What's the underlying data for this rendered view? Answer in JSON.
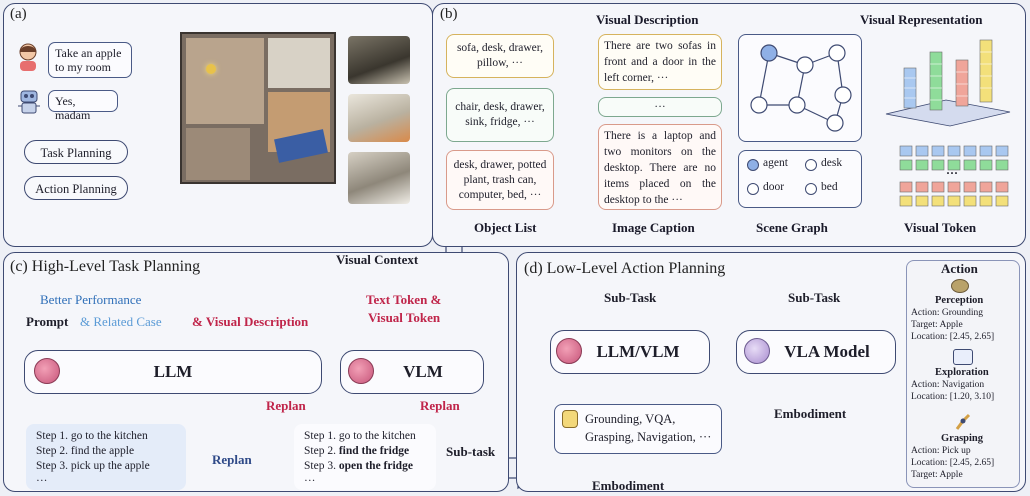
{
  "panel_a": {
    "label": "(a)",
    "user_msg": "Take an apple to my room",
    "robot_msg": "Yes, madam",
    "task_planning": "Task Planning",
    "action_planning": "Action Planning"
  },
  "panel_b": {
    "label": "(b)",
    "visual_description": "Visual Description",
    "visual_representation": "Visual Representation",
    "object_lists": [
      "sofa, desk, drawer, pillow, ···",
      "chair, desk, drawer, sink, fridge, ···",
      "desk, drawer, potted plant, trash can, computer, bed, ···"
    ],
    "captions": [
      "There are two sofas in front and a door in the left corner, ···",
      "···",
      "There is a laptop and two monitors on the desktop. There are no items placed on the desktop to the ···"
    ],
    "legend": [
      "agent",
      "desk",
      "door",
      "bed"
    ],
    "token_dots": "···",
    "col_object_list": "Object List",
    "col_image_caption": "Image Caption",
    "col_scene_graph": "Scene Graph",
    "col_visual_token": "Visual Token"
  },
  "visual_context": "Visual Context",
  "panel_c": {
    "label": "(c) High-Level Task Planning",
    "better_performance": "Better Performance",
    "prompt": "Prompt",
    "related_case": "& Related Case",
    "visual_description": "& Visual Description",
    "text_token": "Text Token &",
    "visual_token": "Visual Token",
    "llm": "LLM",
    "vlm": "VLM",
    "replan": "Replan",
    "replan_mid": "Replan",
    "steps_left": [
      "Step 1. go to the kitchen",
      "Step 2. find the apple",
      "Step 3. pick up the apple",
      "···"
    ],
    "steps_right_prefix": [
      "Step 1. go to the kitchen",
      "Step 2. ",
      "Step 3. "
    ],
    "steps_right_bold": [
      "",
      "find the fridge",
      "open the fridge"
    ],
    "steps_right_more": "···",
    "subtask_label": "Sub-task"
  },
  "panel_d": {
    "label": "(d) Low-Level Action Planning",
    "subtask": "Sub-Task",
    "llm_vlm": "LLM/VLM",
    "vla": "VLA Model",
    "skills": "Grounding, VQA, Grasping, Navigation, ···",
    "embodiment": "Embodiment",
    "action_title": "Action",
    "actions": [
      {
        "name": "Perception",
        "lines": [
          "Action: Grounding",
          "Target: Apple",
          "Location: [2.45, 2.65]"
        ]
      },
      {
        "name": "Exploration",
        "lines": [
          "Action: Navigation",
          "Location: [1.20, 3.10]"
        ]
      },
      {
        "name": "Grasping",
        "lines": [
          "Action: Pick up",
          "Location: [2.45, 2.65]",
          "Target: Apple"
        ]
      }
    ]
  },
  "colors": {
    "panel_border": "#3e4a72",
    "yellow": "#e8c24a",
    "green": "#63b07a",
    "salmon": "#e5876a",
    "crimson": "#c0254a",
    "blue": "#5b9bd6"
  }
}
